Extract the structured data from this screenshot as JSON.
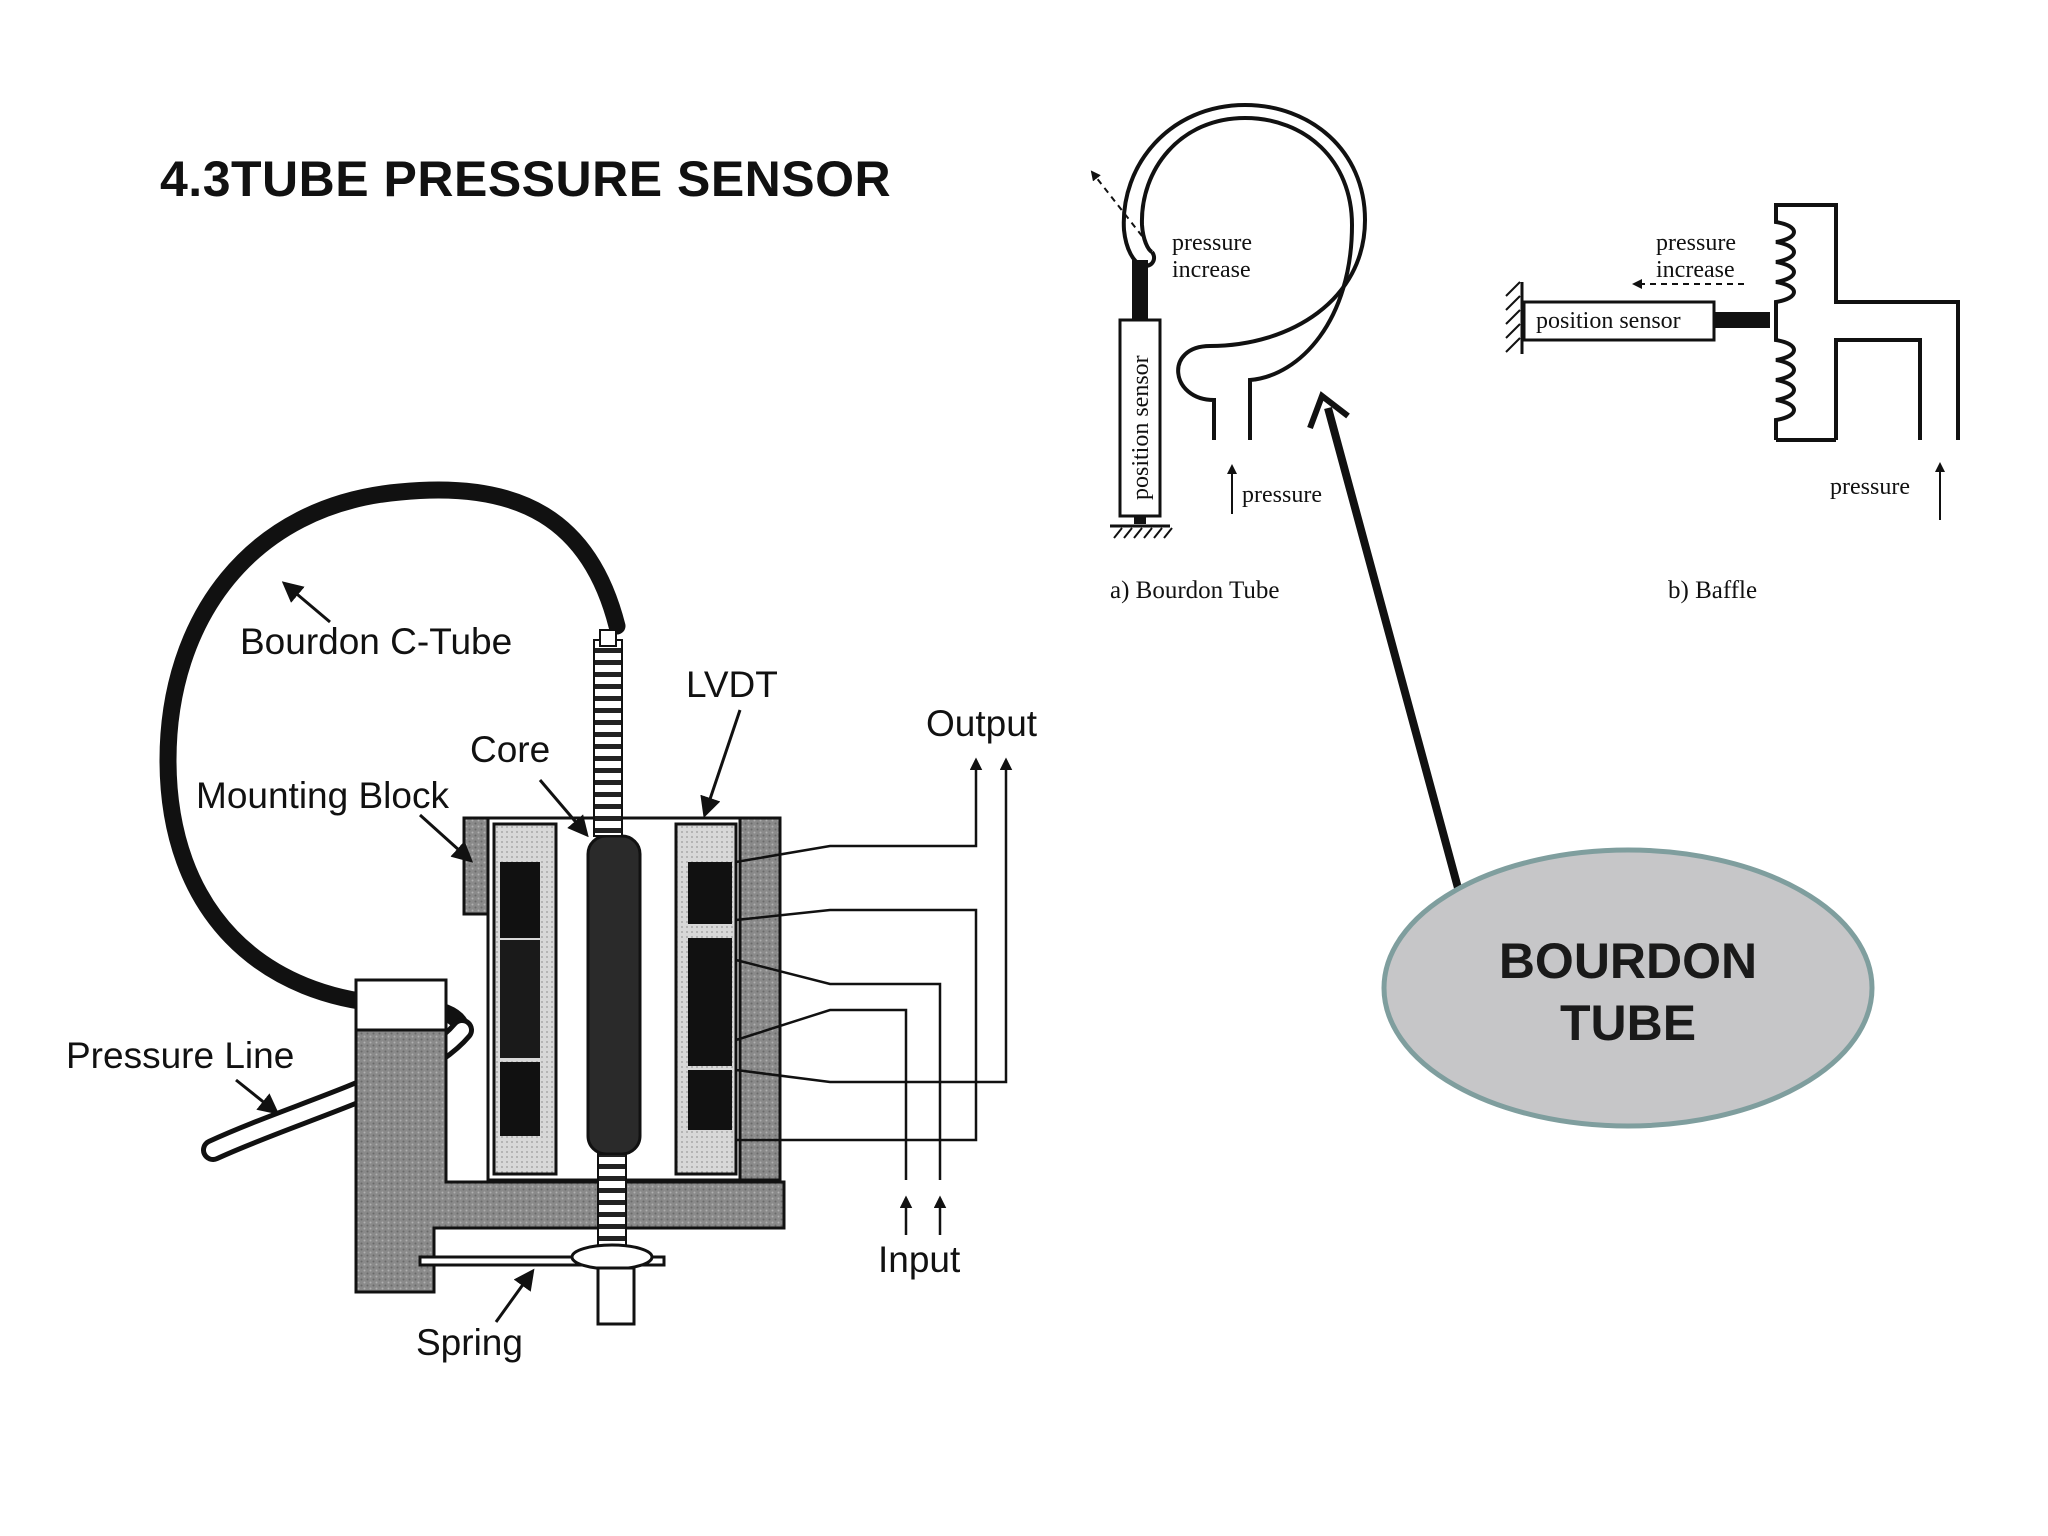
{
  "title": "4.3TUBE PRESSURE SENSOR",
  "lvdt_diagram": {
    "labels": {
      "bourdon_c_tube": "Bourdon C-Tube",
      "lvdt": "LVDT",
      "core": "Core",
      "mounting_block": "Mounting Block",
      "output": "Output",
      "pressure_line": "Pressure Line",
      "input": "Input",
      "spring": "Spring"
    }
  },
  "bourdon_tube_diagram": {
    "pressure_increase": "pressure increase",
    "position_sensor": "position sensor",
    "pressure": "pressure",
    "caption": "a) Bourdon Tube"
  },
  "baffle_diagram": {
    "pressure_increase": "pressure increase",
    "position_sensor": "position sensor",
    "pressure": "pressure",
    "caption": "b) Baffle"
  },
  "callout": {
    "line1": "BOURDON",
    "line2": "TUBE",
    "fill_color": "#c6c6c8",
    "border_color": "#7f9e9e"
  }
}
